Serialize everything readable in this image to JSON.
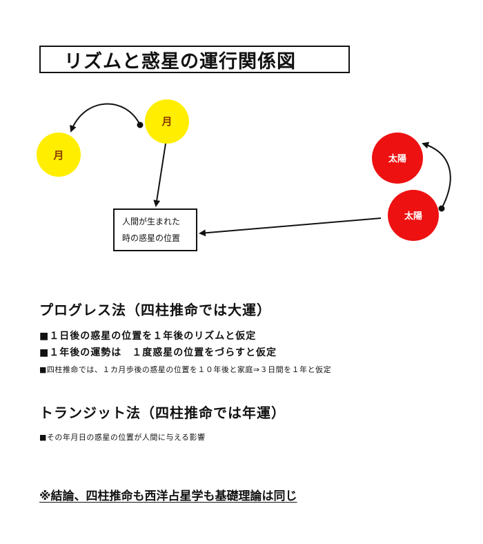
{
  "title": "リズムと惑星の運行関係図",
  "diagram": {
    "moon_label": "月",
    "sun_label": "太陽",
    "moon_color": "#ffee00",
    "sun_color": "#ee1111",
    "birth_box": {
      "line1": "人間が生まれた",
      "line2": "時の惑星の位置"
    }
  },
  "sections": [
    {
      "heading": "プログレス法（四柱推命では大運）",
      "bullets": [
        "■１日後の惑星の位置を１年後のリズムと仮定",
        "■１年後の運勢は　１度惑星の位置をづらすと仮定",
        "■四柱推命では、１カ月歩後の惑星の位置を１０年後と家庭⇒３日間を１年と仮定"
      ]
    },
    {
      "heading": "トランジット法（四柱推命では年運）",
      "bullets": [
        "■その年月日の惑星の位置が人間に与える影響"
      ]
    }
  ],
  "conclusion": "※結論、四柱推命も西洋占星学も基礎理論は同じ"
}
